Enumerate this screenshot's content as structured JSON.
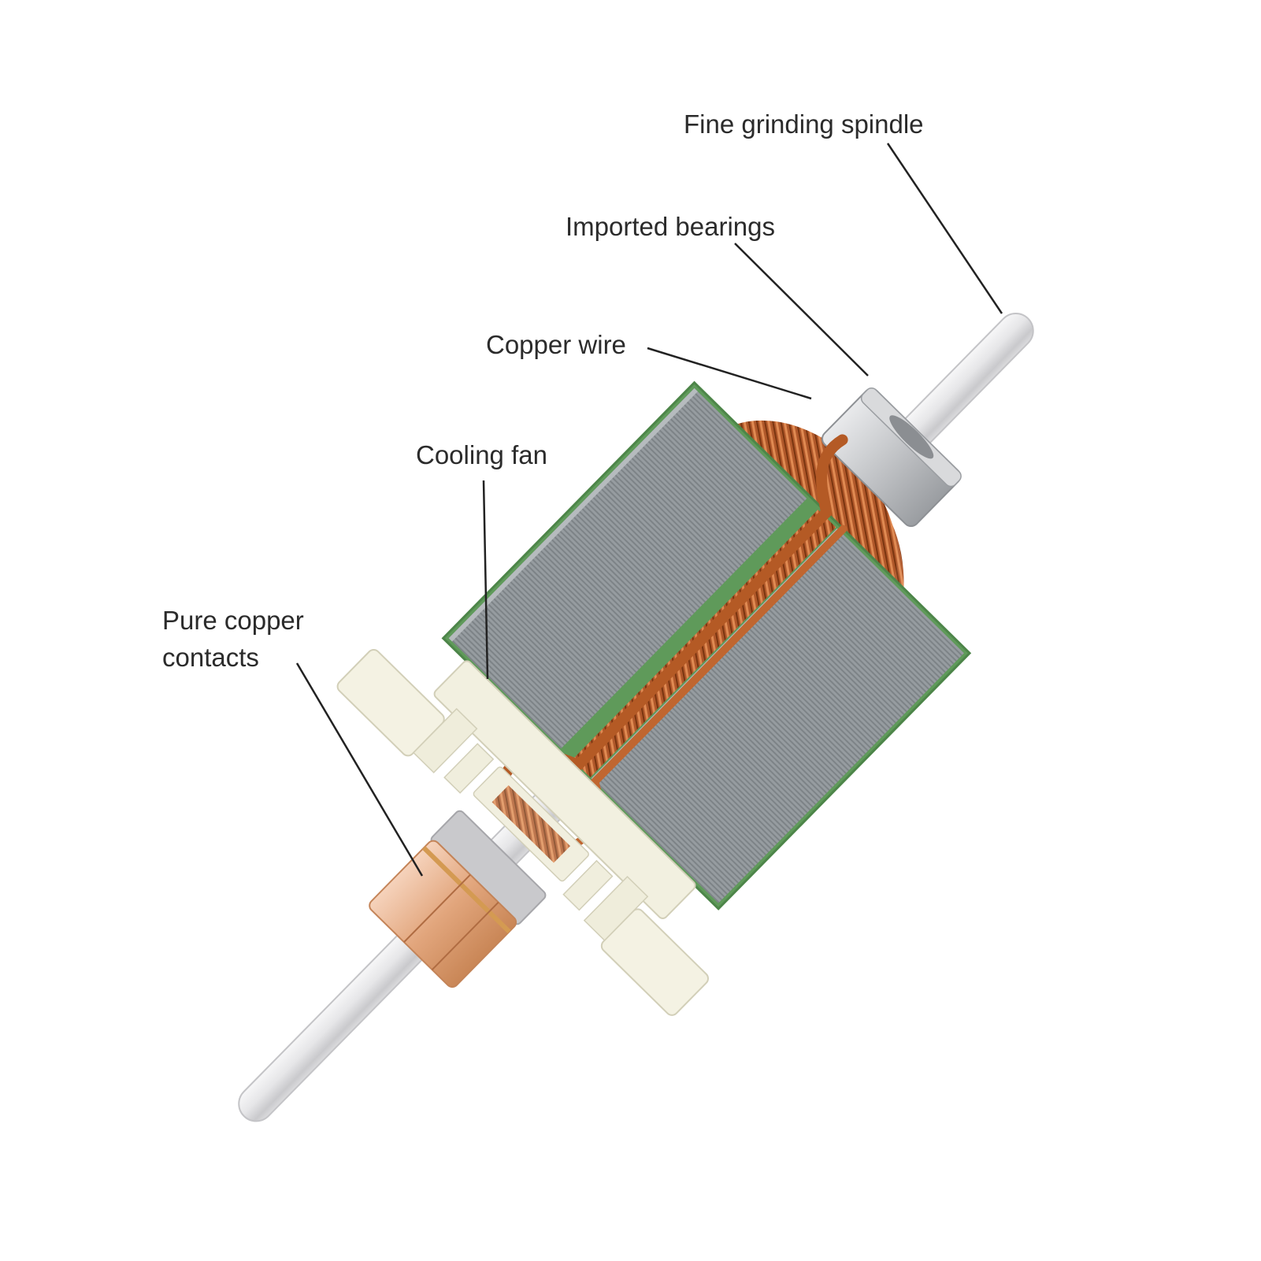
{
  "callouts": {
    "spindle": "Fine grinding spindle",
    "bearings": "Imported bearings",
    "copper_wire": "Copper wire",
    "cooling_fan": "Cooling fan",
    "contacts_line1": "Pure copper",
    "contacts_line2": "contacts"
  },
  "colors": {
    "background": "#ffffff",
    "text": "#2b2b2b",
    "leader_line": "#222222",
    "shaft": "#e2e2e4",
    "lamination": "#8f9599",
    "copper": "#b8622a",
    "insulation_green": "#5f9a5a",
    "plastic_frame": "#f1efdf",
    "commutator": "#e6b08c",
    "bearing": "#c9cbce"
  }
}
